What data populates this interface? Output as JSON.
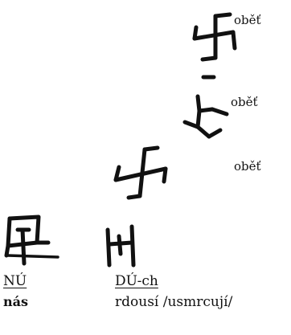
{
  "figure": {
    "signs": [
      {
        "label": "oběť"
      },
      {
        "label": "oběť"
      },
      {
        "label": "oběť"
      }
    ],
    "columns": [
      {
        "heading": "NÚ",
        "gloss": "nás"
      },
      {
        "heading": "DÚ-ch",
        "gloss": "rdousí /usmrcují/"
      }
    ]
  }
}
